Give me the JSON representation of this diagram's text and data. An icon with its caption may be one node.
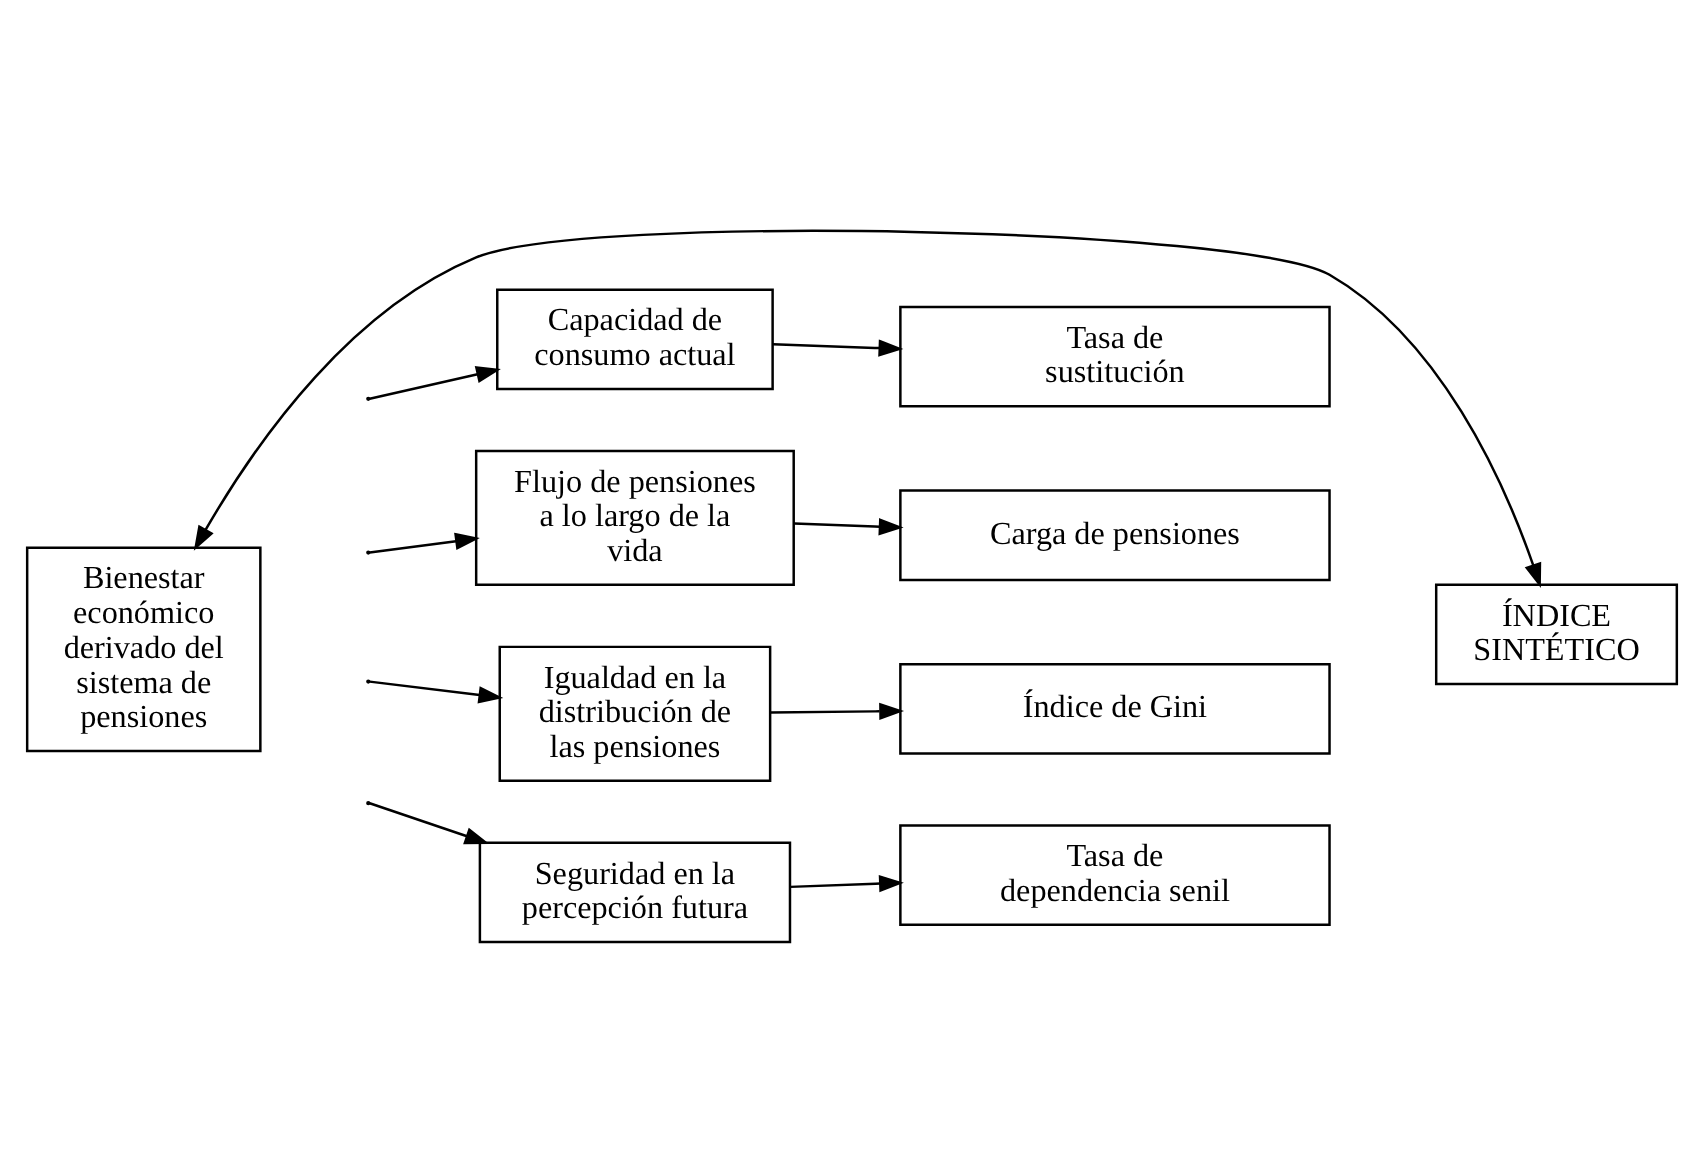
{
  "diagram": {
    "nodes": [
      {
        "text": [
          "Bienestar económico derivado del sistema de pensiones"
        ]
      },
      {
        "text": [
          "Capacidad de consumo actual"
        ]
      },
      {
        "text": [
          "Tasa de sustitución"
        ]
      },
      {
        "text": [
          "Flujo de pensiones a lo largo de la vida"
        ]
      },
      {
        "text": [
          "Carga de pensiones"
        ]
      },
      {
        "text": [
          "Igualdad en la distribución de las pensiones"
        ]
      },
      {
        "text": [
          "Índice de Gini"
        ]
      },
      {
        "text": [
          "Seguridad en la percepción futura"
        ]
      },
      {
        "text": [
          "Tasa de dependencia senil"
        ]
      },
      {
        "text": [
          "ÍNDICE SINTÉTICO"
        ]
      }
    ],
    "edges": [
      {
        "from": null,
        "to": 1,
        "arrow": "to"
      },
      {
        "from": 1,
        "to": 2,
        "arrow": "to"
      },
      {
        "from": null,
        "to": 3,
        "arrow": "to"
      },
      {
        "from": 3,
        "to": 4,
        "arrow": "to"
      },
      {
        "from": null,
        "to": 5,
        "arrow": "to"
      },
      {
        "from": 5,
        "to": 6,
        "arrow": "to"
      },
      {
        "from": null,
        "to": 7,
        "arrow": "to"
      },
      {
        "from": 7,
        "to": 8,
        "arrow": "to"
      },
      {
        "from": 0,
        "to": 9,
        "arrow": "both"
      }
    ]
  }
}
